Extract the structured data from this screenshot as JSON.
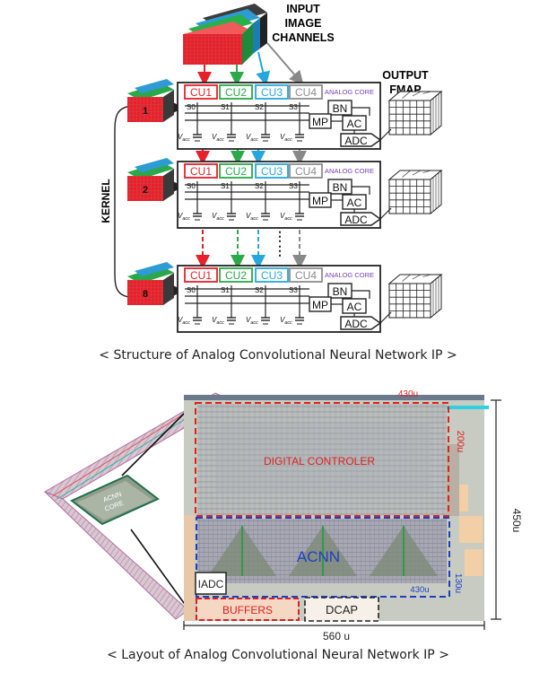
{
  "top": {
    "input_label": [
      "INPUT",
      "IMAGE",
      "CHANNELS"
    ],
    "output_label": [
      "OUTPUT",
      "FMAP"
    ],
    "kernel_label": "KERNEL",
    "rows": [
      {
        "kernel": "1",
        "show_vacc": true
      },
      {
        "kernel": "2",
        "show_vacc": true
      },
      {
        "kernel": "8",
        "show_vacc": true
      }
    ],
    "cu_labels": [
      "CU1",
      "CU2",
      "CU3",
      "CU4"
    ],
    "switch_labels": [
      "S0",
      "S1",
      "S2",
      "S3"
    ],
    "core_label": "ANALOG CORE",
    "bn": "BN",
    "mp": "MP",
    "ac": "AC",
    "adc": "ADC",
    "vacc": "acc",
    "vacc_prefix": "V",
    "caption": "< Structure of Analog Convolutional Neural Network IP >"
  },
  "bottom": {
    "acnn_core_label": [
      "ACNN",
      "CORE"
    ],
    "digital": "DIGITAL CONTROLER",
    "acnn": "ACNN",
    "iadc": "IADC",
    "buffers": "BUFFERS",
    "dcap": "DCAP",
    "dim_430_top": "430u",
    "dim_200": "200u",
    "dim_450": "450u",
    "dim_430_mid": "430u",
    "dim_130": "130u",
    "dim_560": "560 u",
    "caption": "< Layout of Analog Convolutional Neural Network IP >"
  },
  "colors": {
    "cu1": "#e8202a",
    "cu2": "#2aa84a",
    "cu3": "#27a6dd",
    "cu4": "#8c8c8c",
    "core": "#7a3db8",
    "red_dash": "#e02020",
    "blue_dash": "#1d3fc4"
  }
}
